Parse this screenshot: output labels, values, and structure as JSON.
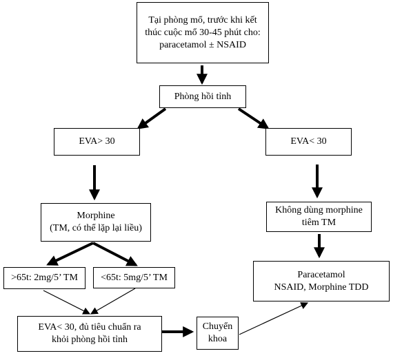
{
  "nodes": {
    "start": {
      "lines": [
        "Tại phòng mổ, trước khi kết",
        "thúc cuộc mổ 30-45 phút cho:",
        "paracetamol ± NSAID"
      ]
    },
    "recovery": {
      "lines": [
        "Phòng hồi tỉnh"
      ]
    },
    "eva_high": {
      "lines": [
        "EVA> 30"
      ]
    },
    "eva_low": {
      "lines": [
        "EVA< 30"
      ]
    },
    "morphine": {
      "lines": [
        "Morphine",
        "(TM, có thể lặp lại liều)"
      ]
    },
    "no_morphine": {
      "lines": [
        "Không dùng morphine",
        "tiêm TM"
      ]
    },
    "over65": {
      "lines": [
        ">65t: 2mg/5’ TM"
      ]
    },
    "under65": {
      "lines": [
        "<65t: 5mg/5’ TM"
      ]
    },
    "paracetamol": {
      "lines": [
        "Paracetamol",
        "NSAID, Morphine TDD"
      ]
    },
    "discharge": {
      "lines": [
        "EVA< 30, đủ tiêu chuẩn ra",
        "khỏi phòng hồi tỉnh"
      ]
    },
    "transfer": {
      "lines": [
        "Chuyển",
        "khoa"
      ]
    }
  }
}
